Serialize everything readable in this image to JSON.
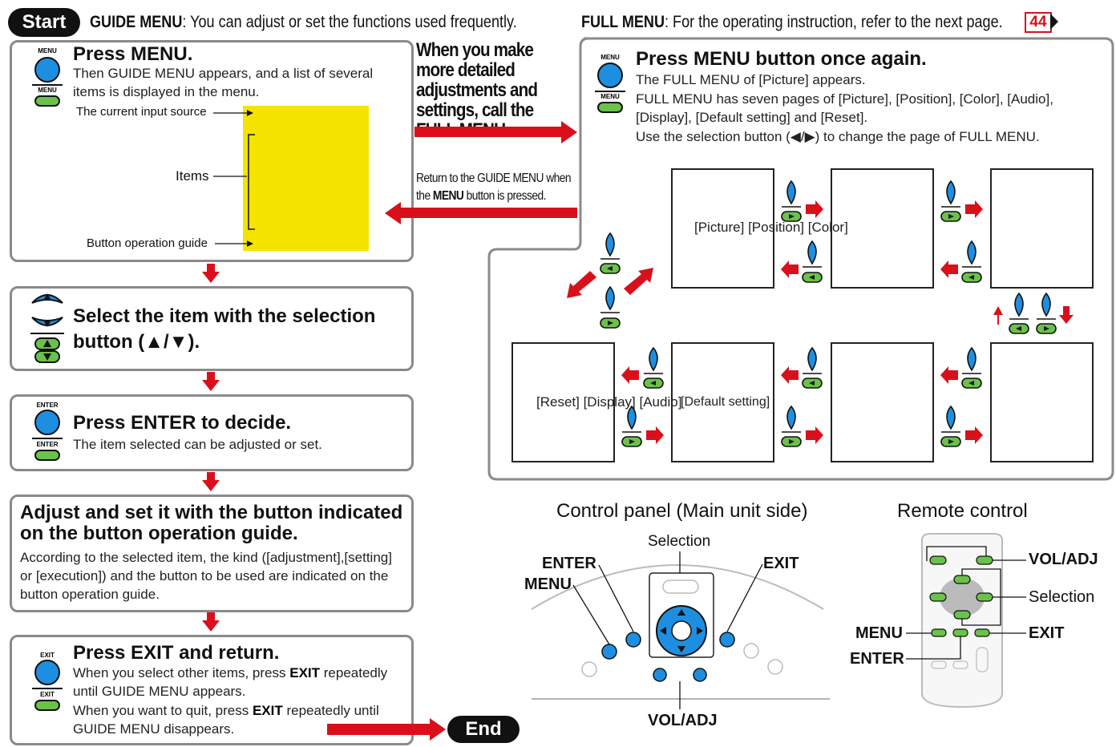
{
  "header": {
    "start": "Start",
    "guide_bold": "GUIDE MENU",
    "guide_text": ": You can adjust or set the functions used frequently.",
    "full_bold": "FULL MENU",
    "full_text": ": For the operating instruction, refer to the next page.",
    "page_ref": "44"
  },
  "step1": {
    "icon_top": "MENU",
    "icon_bottom": "MENU",
    "title": "Press MENU.",
    "body": "Then GUIDE MENU appears, and a list of several items is displayed in the menu.",
    "label_source": "The current input source",
    "label_items": "Items",
    "label_guide": "Button operation guide"
  },
  "middle": {
    "call_full": "When you make more detailed adjustments and settings, call the FULL MENU.",
    "return_a": "Return to the GUIDE MENU when the ",
    "return_b": "MENU",
    "return_c": " button is pressed."
  },
  "full": {
    "icon_top": "MENU",
    "icon_bottom": "MENU",
    "title": "Press MENU button once again.",
    "line1": "The FULL MENU of [Picture] appears.",
    "line2": "FULL MENU has seven pages of [Picture], [Position], [Color], [Audio], [Display], [Default setting] and [Reset].",
    "line3": "Use the selection button (◀/▶) to change the page of FULL MENU.",
    "row1": "[Picture] [Position] [Color]",
    "row2a": "[Reset] [Display] [Audio]",
    "row2b": "[Default setting]"
  },
  "step2": {
    "title": "Select the item with the selection button (▲/▼)."
  },
  "step3": {
    "icon_top": "ENTER",
    "icon_bottom": "ENTER",
    "title": "Press ENTER to decide.",
    "body": "The item selected can be adjusted or set."
  },
  "step4": {
    "title": "Adjust and set it with the button indicated on the button operation guide.",
    "body": "According to the selected item, the kind ([adjustment],[setting] or [execution]) and the button to be used are indicated on the button operation guide."
  },
  "step5": {
    "icon_top": "EXIT",
    "icon_bottom": "EXIT",
    "title": "Press EXIT and return.",
    "b1a": "When you select other items, press ",
    "b1b": "EXIT",
    "b1c": " repeatedly until GUIDE MENU appears.",
    "b2a": "When you want to quit, press ",
    "b2b": "EXIT",
    "b2c": " repeatedly until GUIDE MENU disappears.",
    "end": "End"
  },
  "panel": {
    "title": "Control panel (Main unit side)",
    "selection": "Selection",
    "enter": "ENTER",
    "menu": "MENU",
    "exit": "EXIT",
    "voladj": "VOL/ADJ"
  },
  "remote": {
    "title": "Remote control",
    "voladj": "VOL/ADJ",
    "selection": "Selection",
    "menu": "MENU",
    "exit": "EXIT",
    "enter": "ENTER"
  },
  "colors": {
    "red": "#d9101c",
    "blue": "#1e8fe0",
    "green": "#6ac24a",
    "yellow": "#f4e400"
  }
}
